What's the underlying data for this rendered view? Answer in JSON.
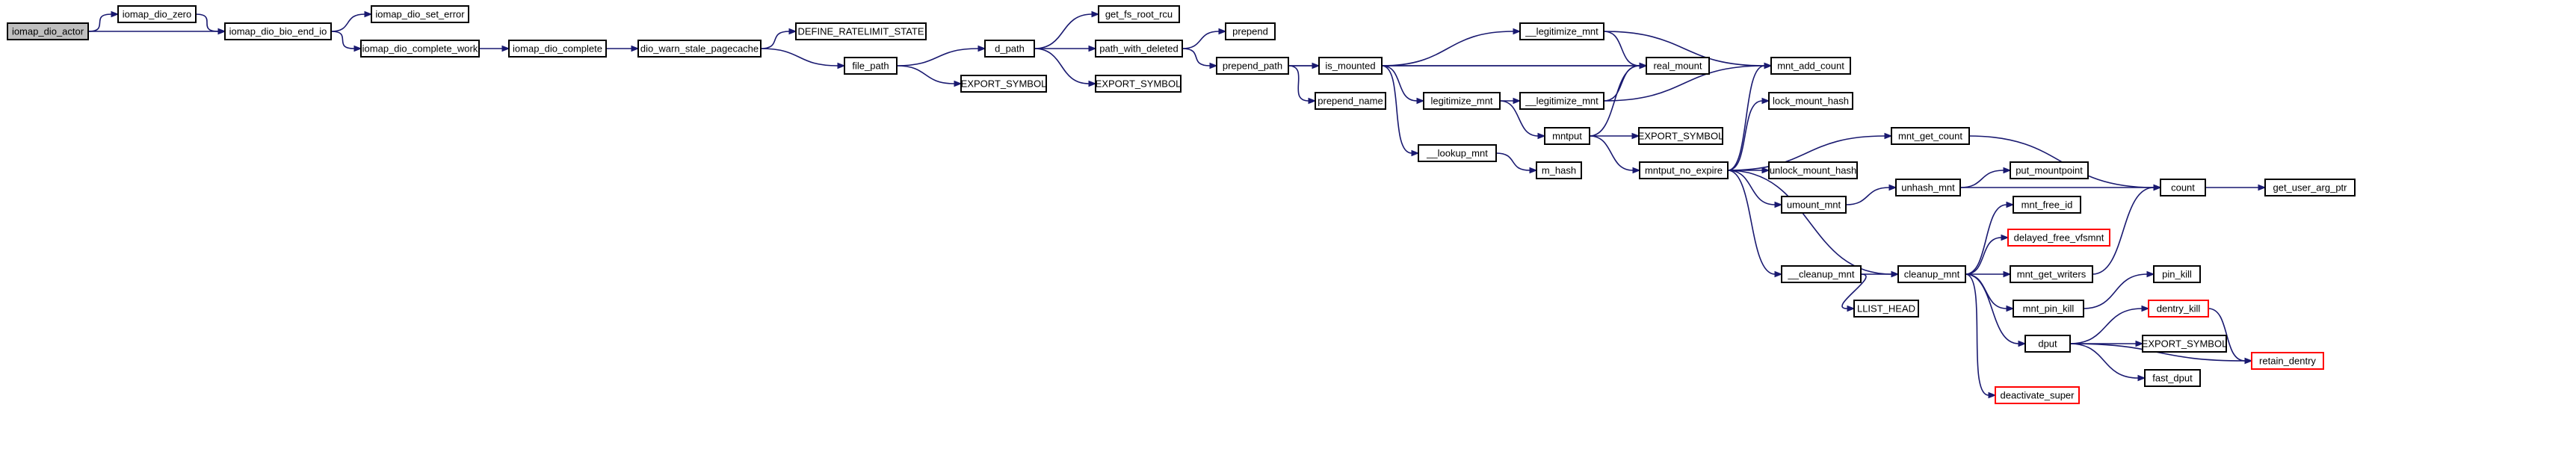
{
  "colors": {
    "edge": "#191970",
    "node_border": "#000000",
    "truncated_border": "#ff0000",
    "root_fill": "#bfbfbf",
    "background": "#ffffff"
  },
  "nodes": [
    {
      "id": "iomap_dio_actor",
      "label": "iomap_dio_actor",
      "root": true
    },
    {
      "id": "iomap_dio_zero",
      "label": "iomap_dio_zero"
    },
    {
      "id": "iomap_dio_bio_end_io",
      "label": "iomap_dio_bio_end_io"
    },
    {
      "id": "iomap_dio_set_error",
      "label": "iomap_dio_set_error"
    },
    {
      "id": "iomap_dio_complete_work",
      "label": "iomap_dio_complete_work"
    },
    {
      "id": "iomap_dio_complete",
      "label": "iomap_dio_complete"
    },
    {
      "id": "dio_warn_stale_pagecache",
      "label": "dio_warn_stale_pagecache"
    },
    {
      "id": "DEFINE_RATELIMIT_STATE",
      "label": "DEFINE_RATELIMIT_STATE"
    },
    {
      "id": "file_path",
      "label": "file_path"
    },
    {
      "id": "EXPORT_SYMBOL_1",
      "label": "EXPORT_SYMBOL"
    },
    {
      "id": "d_path",
      "label": "d_path"
    },
    {
      "id": "get_fs_root_rcu",
      "label": "get_fs_root_rcu"
    },
    {
      "id": "path_with_deleted",
      "label": "path_with_deleted"
    },
    {
      "id": "EXPORT_SYMBOL_2",
      "label": "EXPORT_SYMBOL"
    },
    {
      "id": "prepend",
      "label": "prepend"
    },
    {
      "id": "prepend_path",
      "label": "prepend_path"
    },
    {
      "id": "is_mounted",
      "label": "is_mounted"
    },
    {
      "id": "prepend_name",
      "label": "prepend_name"
    },
    {
      "id": "__legitimize_mnt_1",
      "label": "__legitimize_mnt"
    },
    {
      "id": "real_mount",
      "label": "real_mount"
    },
    {
      "id": "mnt_add_count",
      "label": "mnt_add_count"
    },
    {
      "id": "legitimize_mnt",
      "label": "legitimize_mnt"
    },
    {
      "id": "__legitimize_mnt_2",
      "label": "__legitimize_mnt"
    },
    {
      "id": "mntput",
      "label": "mntput"
    },
    {
      "id": "EXPORT_SYMBOL_3",
      "label": "EXPORT_SYMBOL"
    },
    {
      "id": "lock_mount_hash",
      "label": "lock_mount_hash"
    },
    {
      "id": "__lookup_mnt",
      "label": "__lookup_mnt"
    },
    {
      "id": "m_hash",
      "label": "m_hash"
    },
    {
      "id": "mntput_no_expire",
      "label": "mntput_no_expire"
    },
    {
      "id": "unlock_mount_hash",
      "label": "unlock_mount_hash"
    },
    {
      "id": "mnt_get_count",
      "label": "mnt_get_count"
    },
    {
      "id": "umount_mnt",
      "label": "umount_mnt"
    },
    {
      "id": "unhash_mnt",
      "label": "unhash_mnt"
    },
    {
      "id": "put_mountpoint",
      "label": "put_mountpoint"
    },
    {
      "id": "count",
      "label": "count"
    },
    {
      "id": "get_user_arg_ptr",
      "label": "get_user_arg_ptr"
    },
    {
      "id": "mnt_free_id",
      "label": "mnt_free_id"
    },
    {
      "id": "delayed_free_vfsmnt",
      "label": "delayed_free_vfsmnt",
      "truncated": true
    },
    {
      "id": "__cleanup_mnt",
      "label": "__cleanup_mnt"
    },
    {
      "id": "cleanup_mnt",
      "label": "cleanup_mnt"
    },
    {
      "id": "mnt_get_writers",
      "label": "mnt_get_writers"
    },
    {
      "id": "LLIST_HEAD",
      "label": "LLIST_HEAD"
    },
    {
      "id": "pin_kill",
      "label": "pin_kill"
    },
    {
      "id": "mnt_pin_kill",
      "label": "mnt_pin_kill"
    },
    {
      "id": "dentry_kill",
      "label": "dentry_kill",
      "truncated": true
    },
    {
      "id": "dput",
      "label": "dput"
    },
    {
      "id": "EXPORT_SYMBOL_4",
      "label": "EXPORT_SYMBOL"
    },
    {
      "id": "retain_dentry",
      "label": "retain_dentry",
      "truncated": true
    },
    {
      "id": "fast_dput",
      "label": "fast_dput"
    },
    {
      "id": "deactivate_super",
      "label": "deactivate_super",
      "truncated": true
    }
  ],
  "edges": [
    [
      "iomap_dio_actor",
      "iomap_dio_zero"
    ],
    [
      "iomap_dio_actor",
      "iomap_dio_bio_end_io"
    ],
    [
      "iomap_dio_zero",
      "iomap_dio_bio_end_io"
    ],
    [
      "iomap_dio_bio_end_io",
      "iomap_dio_set_error"
    ],
    [
      "iomap_dio_bio_end_io",
      "iomap_dio_complete_work"
    ],
    [
      "iomap_dio_complete_work",
      "iomap_dio_complete"
    ],
    [
      "iomap_dio_complete",
      "dio_warn_stale_pagecache"
    ],
    [
      "dio_warn_stale_pagecache",
      "DEFINE_RATELIMIT_STATE"
    ],
    [
      "dio_warn_stale_pagecache",
      "file_path"
    ],
    [
      "file_path",
      "d_path"
    ],
    [
      "file_path",
      "EXPORT_SYMBOL_1"
    ],
    [
      "d_path",
      "get_fs_root_rcu"
    ],
    [
      "d_path",
      "path_with_deleted"
    ],
    [
      "d_path",
      "EXPORT_SYMBOL_2"
    ],
    [
      "path_with_deleted",
      "prepend"
    ],
    [
      "path_with_deleted",
      "prepend_path"
    ],
    [
      "prepend_path",
      "real_mount"
    ],
    [
      "prepend_path",
      "is_mounted"
    ],
    [
      "prepend_path",
      "prepend_name"
    ],
    [
      "is_mounted",
      "__legitimize_mnt_1"
    ],
    [
      "is_mounted",
      "real_mount"
    ],
    [
      "is_mounted",
      "legitimize_mnt"
    ],
    [
      "is_mounted",
      "__lookup_mnt"
    ],
    [
      "__legitimize_mnt_1",
      "real_mount"
    ],
    [
      "__legitimize_mnt_1",
      "mnt_add_count"
    ],
    [
      "legitimize_mnt",
      "__legitimize_mnt_2"
    ],
    [
      "legitimize_mnt",
      "mntput"
    ],
    [
      "__legitimize_mnt_2",
      "real_mount"
    ],
    [
      "__legitimize_mnt_2",
      "mnt_add_count"
    ],
    [
      "mntput",
      "real_mount"
    ],
    [
      "mntput",
      "EXPORT_SYMBOL_3"
    ],
    [
      "mntput",
      "mntput_no_expire"
    ],
    [
      "__lookup_mnt",
      "m_hash"
    ],
    [
      "mntput_no_expire",
      "mnt_add_count"
    ],
    [
      "mntput_no_expire",
      "lock_mount_hash"
    ],
    [
      "mntput_no_expire",
      "mnt_get_count"
    ],
    [
      "mntput_no_expire",
      "unlock_mount_hash"
    ],
    [
      "mntput_no_expire",
      "umount_mnt"
    ],
    [
      "mntput_no_expire",
      "cleanup_mnt"
    ],
    [
      "mntput_no_expire",
      "__cleanup_mnt"
    ],
    [
      "mnt_get_count",
      "count"
    ],
    [
      "umount_mnt",
      "unhash_mnt"
    ],
    [
      "unhash_mnt",
      "put_mountpoint"
    ],
    [
      "unhash_mnt",
      "count"
    ],
    [
      "count",
      "get_user_arg_ptr"
    ],
    [
      "__cleanup_mnt",
      "cleanup_mnt"
    ],
    [
      "__cleanup_mnt",
      "LLIST_HEAD"
    ],
    [
      "cleanup_mnt",
      "mnt_free_id"
    ],
    [
      "cleanup_mnt",
      "delayed_free_vfsmnt"
    ],
    [
      "cleanup_mnt",
      "mnt_get_writers"
    ],
    [
      "cleanup_mnt",
      "mnt_pin_kill"
    ],
    [
      "cleanup_mnt",
      "dput"
    ],
    [
      "cleanup_mnt",
      "deactivate_super"
    ],
    [
      "mnt_get_writers",
      "count"
    ],
    [
      "mnt_pin_kill",
      "pin_kill"
    ],
    [
      "dput",
      "dentry_kill"
    ],
    [
      "dput",
      "EXPORT_SYMBOL_4"
    ],
    [
      "dput",
      "fast_dput"
    ],
    [
      "dput",
      "retain_dentry"
    ],
    [
      "dentry_kill",
      "retain_dentry"
    ]
  ]
}
